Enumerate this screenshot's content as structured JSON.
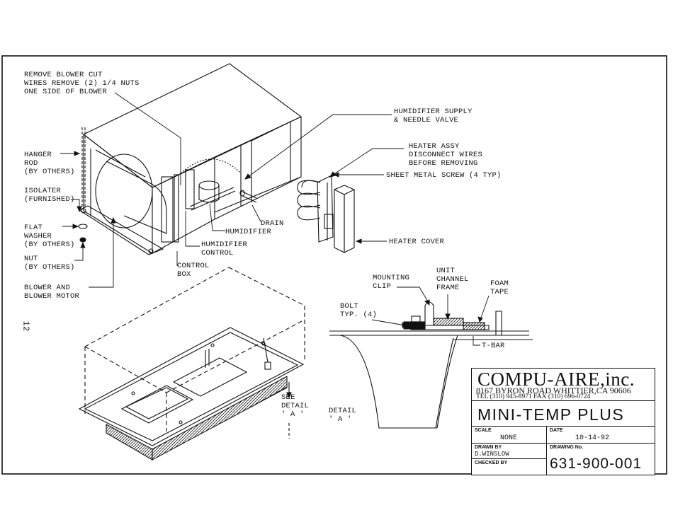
{
  "page_number": "12",
  "labels": {
    "remove_blower": "REMOVE BLOWER CUT\nWIRES REMOVE (2) 1/4 NUTS\nONE SIDE OF BLOWER",
    "hanger_rod": "HANGER\nROD\n(BY OTHERS)",
    "isolater": "ISOLATER\n(FURNISHED)",
    "flat_washer": "FLAT\nWASHER\n(BY OTHERS)",
    "nut": "NUT\n(BY OTHERS)",
    "blower_motor": "BLOWER AND\nBLOWER MOTOR",
    "control_box": "CONTROL\nBOX",
    "humidifier_control": "HUMIDIFIER\nCONTROL",
    "humidifier": "HUMIDIFIER",
    "drain": "DRAIN",
    "humidifier_supply": "HUMIDIFIER SUPPLY\n& NEEDLE VALVE",
    "heater_assy": "HEATER ASSY\nDISCONNECT WIRES\nBEFORE REMOVING",
    "sheet_metal_screw": "SHEET METAL SCREW (4 TYP)",
    "heater_cover": "HEATER COVER",
    "mounting_clip": "MOUNTING\nCLIP",
    "unit_channel_frame": "UNIT\nCHANNEL\nFRAME",
    "foam_tape": "FOAM\nTAPE",
    "bolt": "BOLT\nTYP. (4)",
    "t_bar": "T-BAR",
    "see_detail": "SEE\nDETAIL\n' A '",
    "detail_a": "DETAIL\n' A '"
  },
  "title_block": {
    "company": "COMPU-AIRE,inc.",
    "address": "8167 BYRON ROAD WHITTIER,CA 90606",
    "phone": "TEL (310) 945-8971  FAX (310) 696-0724",
    "title": "MINI-TEMP PLUS",
    "scale_label": "SCALE",
    "scale_value": "NONE",
    "date_label": "DATE",
    "date_value": "10-14-92",
    "drawn_by_label": "DRAWN BY",
    "drawn_by_value": "D.WINSLOW",
    "drawing_no_label": "DRAWING No.",
    "checked_by_label": "CHECKED BY",
    "drawing_no_value": "631-900-001"
  }
}
